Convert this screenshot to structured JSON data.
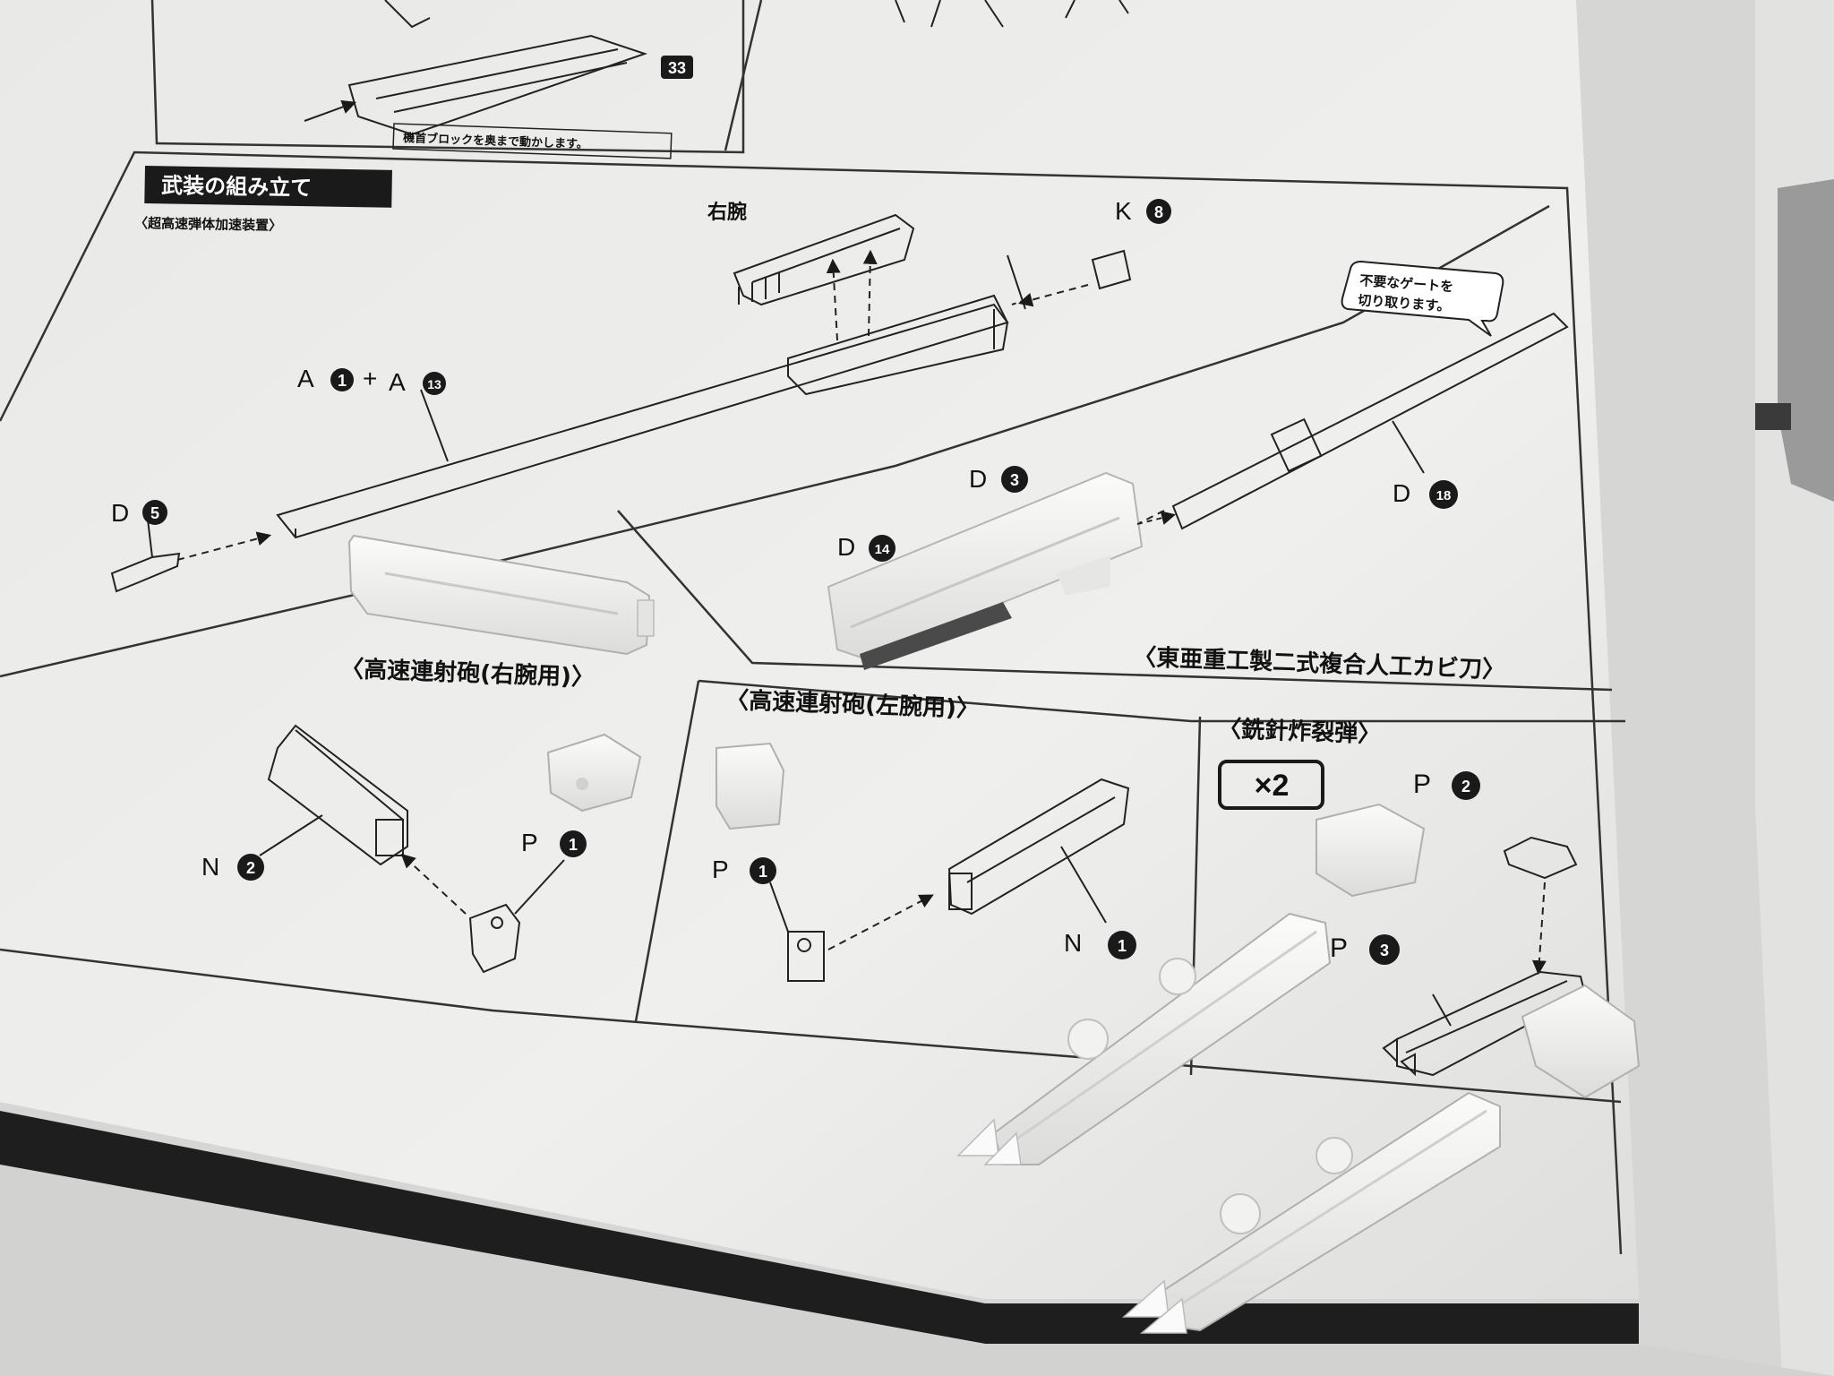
{
  "manual": {
    "step_number": "33",
    "top_note": "機首ブロックを奥まで動かします。",
    "section_title": "武装の組み立て",
    "section_subtitle": "〈超高速弾体加速装置〉",
    "arm_label": "右腕",
    "callout_note_line1": "不要なゲートを",
    "callout_note_line2": "切り取ります。",
    "multiplier": "×2"
  },
  "panels": [
    {
      "id": "right-arm-cannon",
      "title": "〈高速連射砲(右腕用)〉"
    },
    {
      "id": "left-arm-cannon",
      "title": "〈高速連射砲(左腕用)〉"
    },
    {
      "id": "sword",
      "title": "〈東亜重工製二式複合人工カビ刀〉"
    },
    {
      "id": "needle-bomb",
      "title": "〈銑針炸裂弾〉"
    }
  ],
  "part_refs": [
    {
      "letter": "A",
      "num": "1"
    },
    {
      "letter": "A",
      "num": "13"
    },
    {
      "letter": "D",
      "num": "5"
    },
    {
      "letter": "K",
      "num": "8"
    },
    {
      "letter": "D",
      "num": "3"
    },
    {
      "letter": "D",
      "num": "14"
    },
    {
      "letter": "D",
      "num": "18"
    },
    {
      "letter": "N",
      "num": "2"
    },
    {
      "letter": "P",
      "num": "1"
    },
    {
      "letter": "P",
      "num": "1"
    },
    {
      "letter": "N",
      "num": "1"
    },
    {
      "letter": "P",
      "num": "2"
    },
    {
      "letter": "P",
      "num": "3"
    }
  ],
  "colors": {
    "paper": "#eeeeec",
    "ink": "#1a1a1a",
    "plastic": "#f4f4f2",
    "table": "#d8d8d6",
    "dark_edge": "#1e1e1e"
  }
}
